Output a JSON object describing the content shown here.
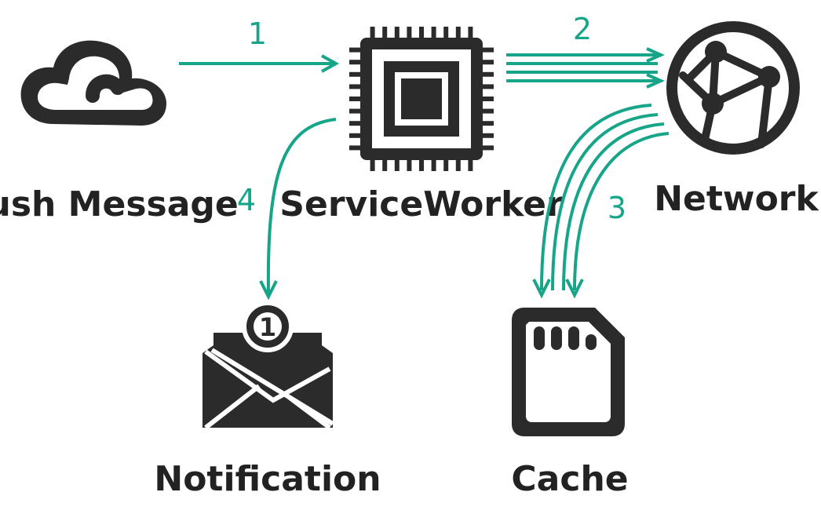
{
  "colors": {
    "icon": "#2b2b2b",
    "arrow": "#17a589",
    "background": "#ffffff"
  },
  "nodes": {
    "push": {
      "label": "Push Message",
      "icon": "cloud-icon"
    },
    "sw": {
      "label": "ServiceWorker",
      "icon": "chip-icon"
    },
    "network": {
      "label": "Network",
      "icon": "globe-network-icon"
    },
    "notification": {
      "label": "Notification",
      "icon": "envelope-icon",
      "badge": "1"
    },
    "cache": {
      "label": "Cache",
      "icon": "sd-card-icon"
    }
  },
  "steps": {
    "s1": "1",
    "s2": "2",
    "s3": "3",
    "s4": "4"
  }
}
